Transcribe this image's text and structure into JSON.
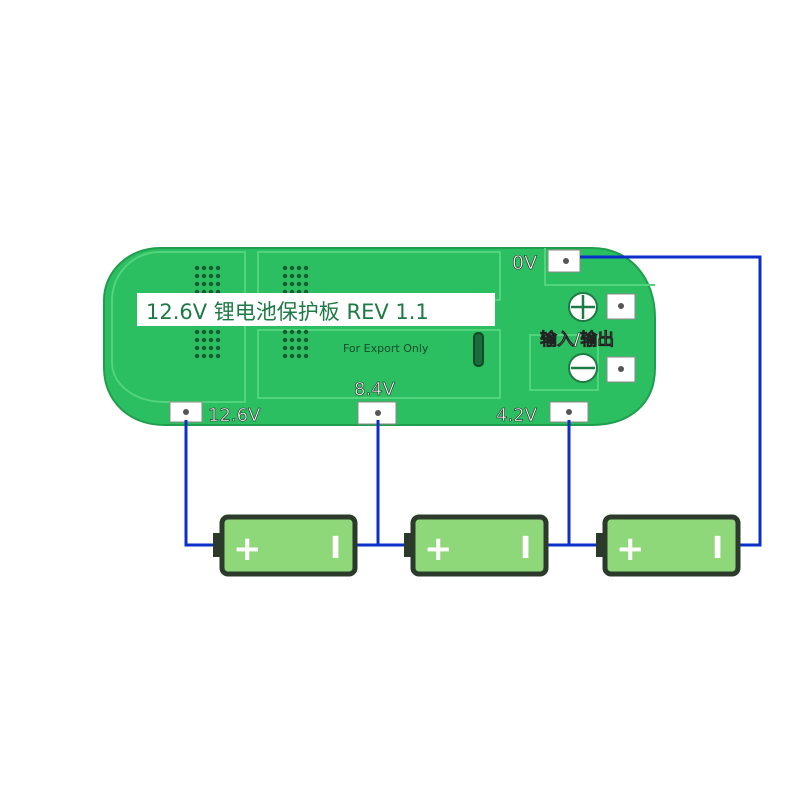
{
  "board": {
    "title": "12.6V 锂电池保护板 REV 1.1",
    "subtitle": "For Export Only",
    "io_label": "输入/输出",
    "plus_symbol": "+",
    "minus_symbol": "−"
  },
  "pads": {
    "p0v": "0V",
    "p126": "12.6V",
    "p84": "8.4V",
    "p42": "4.2V"
  },
  "batteries": [
    {
      "plus": "+",
      "minus": "I"
    },
    {
      "plus": "+",
      "minus": "I"
    },
    {
      "plus": "+",
      "minus": "I"
    }
  ],
  "colors": {
    "board": "#2bbf62",
    "board_dark": "#1f9e4e",
    "wire": "#0c2fc9",
    "battery_fill": "#8ed87a",
    "battery_outline": "#2c3a2c",
    "label_bg": "#ffffff"
  }
}
